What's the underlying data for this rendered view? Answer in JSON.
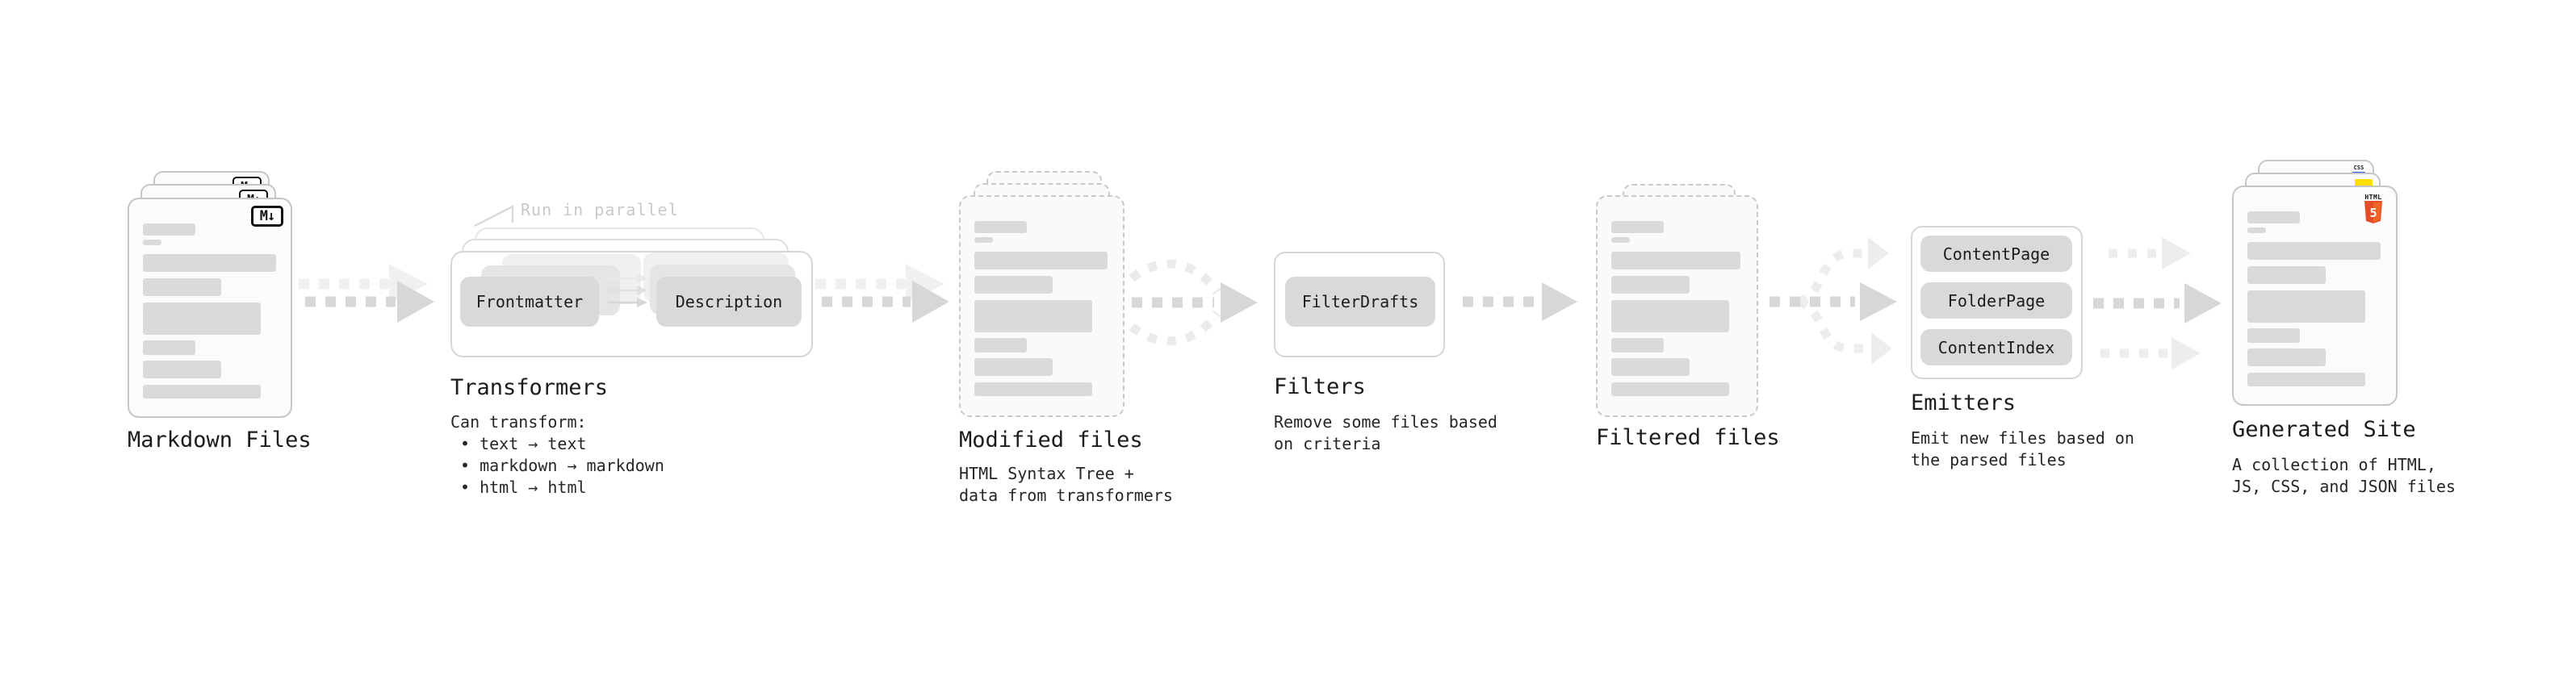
{
  "colors": {
    "node_gray": "#d9d9d9",
    "bar_gray": "#dadada",
    "arrow_gray": "#d7d7d7",
    "arrow_gray_light": "#efefef",
    "js_yellow": "#ffdf00",
    "css_blue": "#2d63f0",
    "html5_orange": "#e44d26",
    "html5_orange_light": "#f16529"
  },
  "stages": {
    "markdown_files": {
      "label": "Markdown Files",
      "icon": "markdown-icon",
      "icon_text": "M↓"
    },
    "transformers": {
      "label": "Transformers",
      "annotation": "Run in parallel",
      "nodes": [
        "Frontmatter",
        "Description"
      ],
      "notes_title": "Can transform:",
      "bullets": [
        "• text → text",
        "• markdown → markdown",
        "• html → html"
      ]
    },
    "modified_files": {
      "label": "Modified files",
      "notes": [
        "HTML Syntax Tree +",
        "data from transformers"
      ]
    },
    "filters": {
      "label": "Filters",
      "nodes": [
        "FilterDrafts"
      ],
      "notes": [
        "Remove some files based",
        "on criteria"
      ]
    },
    "filtered_files": {
      "label": "Filtered files"
    },
    "emitters": {
      "label": "Emitters",
      "nodes": [
        "ContentPage",
        "FolderPage",
        "ContentIndex"
      ],
      "notes": [
        "Emit new files based on",
        "the parsed files"
      ]
    },
    "generated_site": {
      "label": "Generated Site",
      "notes": [
        "A collection of HTML,",
        "JS, CSS, and JSON files"
      ],
      "badges": {
        "html": "HTML",
        "html_number": "5",
        "css": "CSS"
      }
    }
  }
}
